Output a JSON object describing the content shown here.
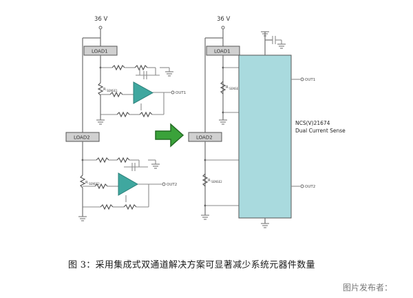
{
  "figure": {
    "supply_left": "36 V",
    "supply_right": "36 V",
    "left": {
      "load1": "LOAD1",
      "load2": "LOAD2",
      "rsense1": "R",
      "rsense1_sub": "SENSE1",
      "rsense2": "R",
      "rsense2_sub": "SENSE2",
      "out1": "OUT1",
      "out2": "OUT2"
    },
    "right": {
      "load1": "LOAD1",
      "load2": "LOAD2",
      "rsense1": "R",
      "rsense1_sub": "SENSE1",
      "rsense2": "R",
      "rsense2_sub": "SENSE2",
      "out1": "OUT1",
      "out2": "OUT2",
      "chip_name": "NCS(V)21674",
      "chip_desc": "Dual Current Sense"
    },
    "colors": {
      "opamp": "#3fa79f",
      "chip": "#a9dade",
      "arrow": "#3aa23a",
      "load_box": "#d0d0d0"
    }
  },
  "caption": "图 3：采用集成式双通道解决方案可显著减少系统元器件数量",
  "source": "图片发布者："
}
